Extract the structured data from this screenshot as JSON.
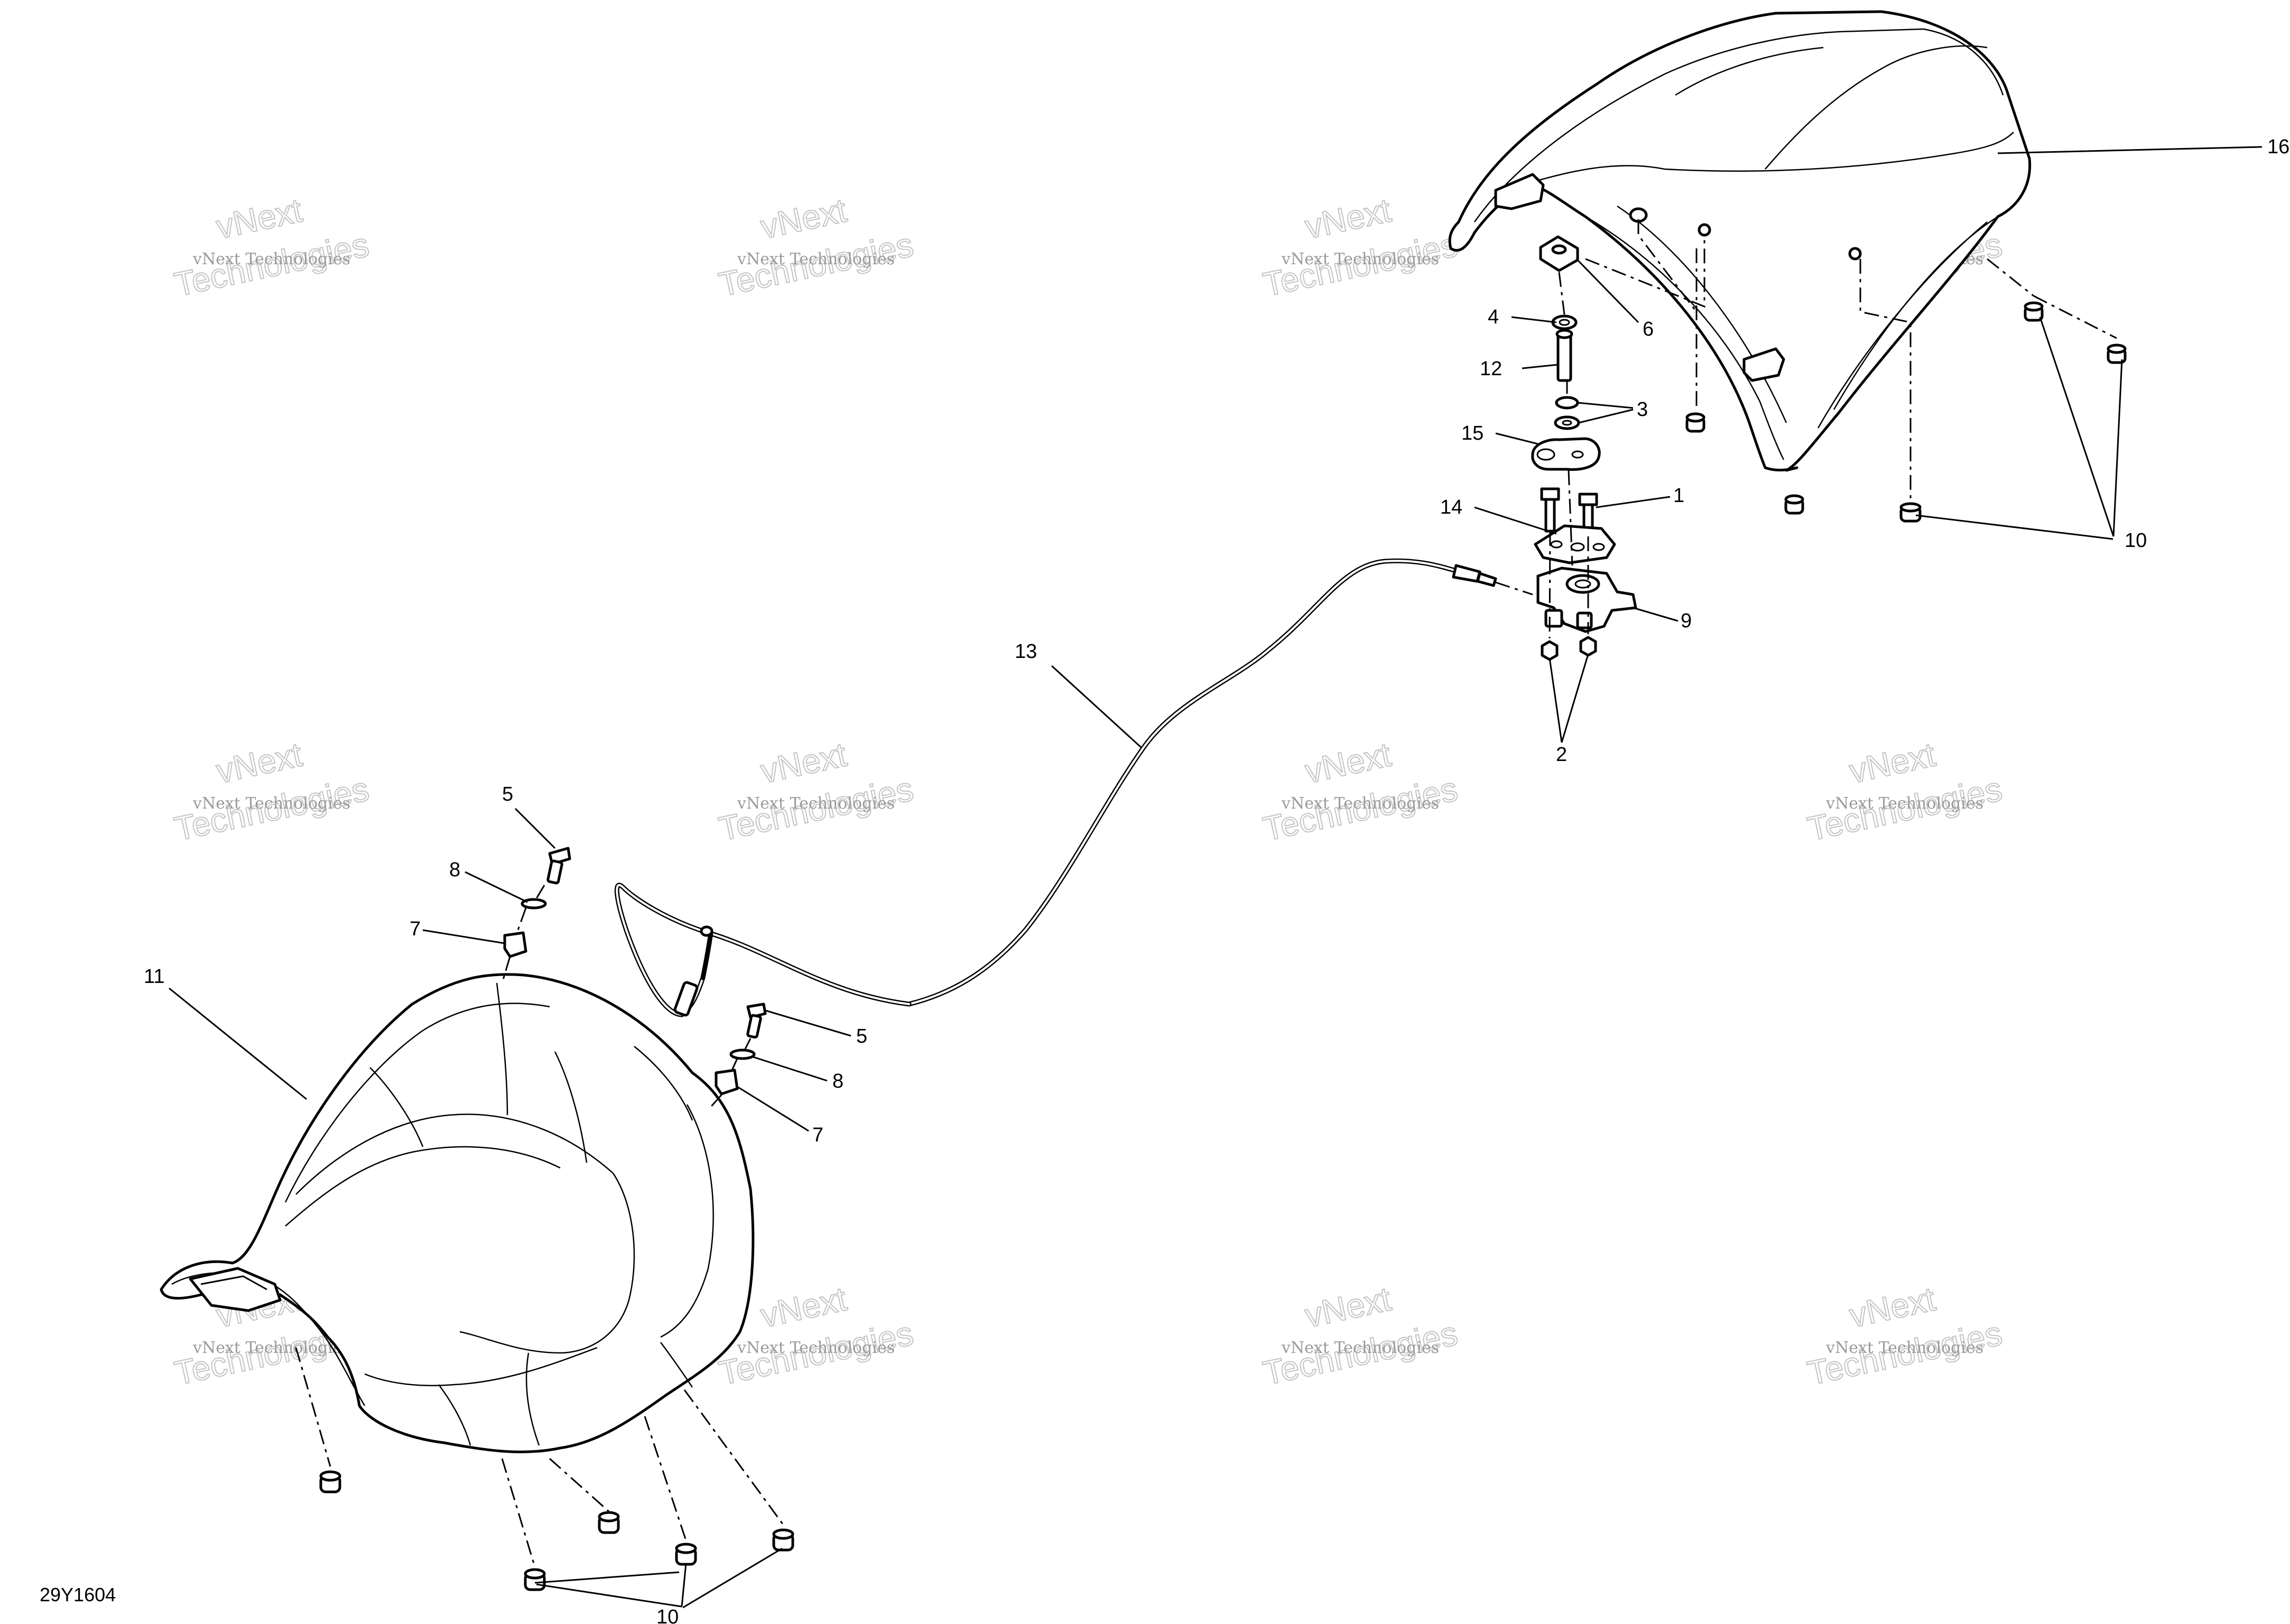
{
  "diagram_code": "29Y1604",
  "watermark": {
    "line1": "vNext Technologies",
    "line2": "Technologies",
    "back": "vNext"
  },
  "callouts": {
    "c1": "1",
    "c2": "2",
    "c3": "3",
    "c4": "4",
    "c5a": "5",
    "c5b": "5",
    "c6": "6",
    "c7a": "7",
    "c7b": "7",
    "c8a": "8",
    "c8b": "8",
    "c9": "9",
    "c10a": "10",
    "c10b": "10",
    "c11": "11",
    "c12": "12",
    "c13": "13",
    "c14": "14",
    "c15": "15",
    "c16": "16"
  }
}
